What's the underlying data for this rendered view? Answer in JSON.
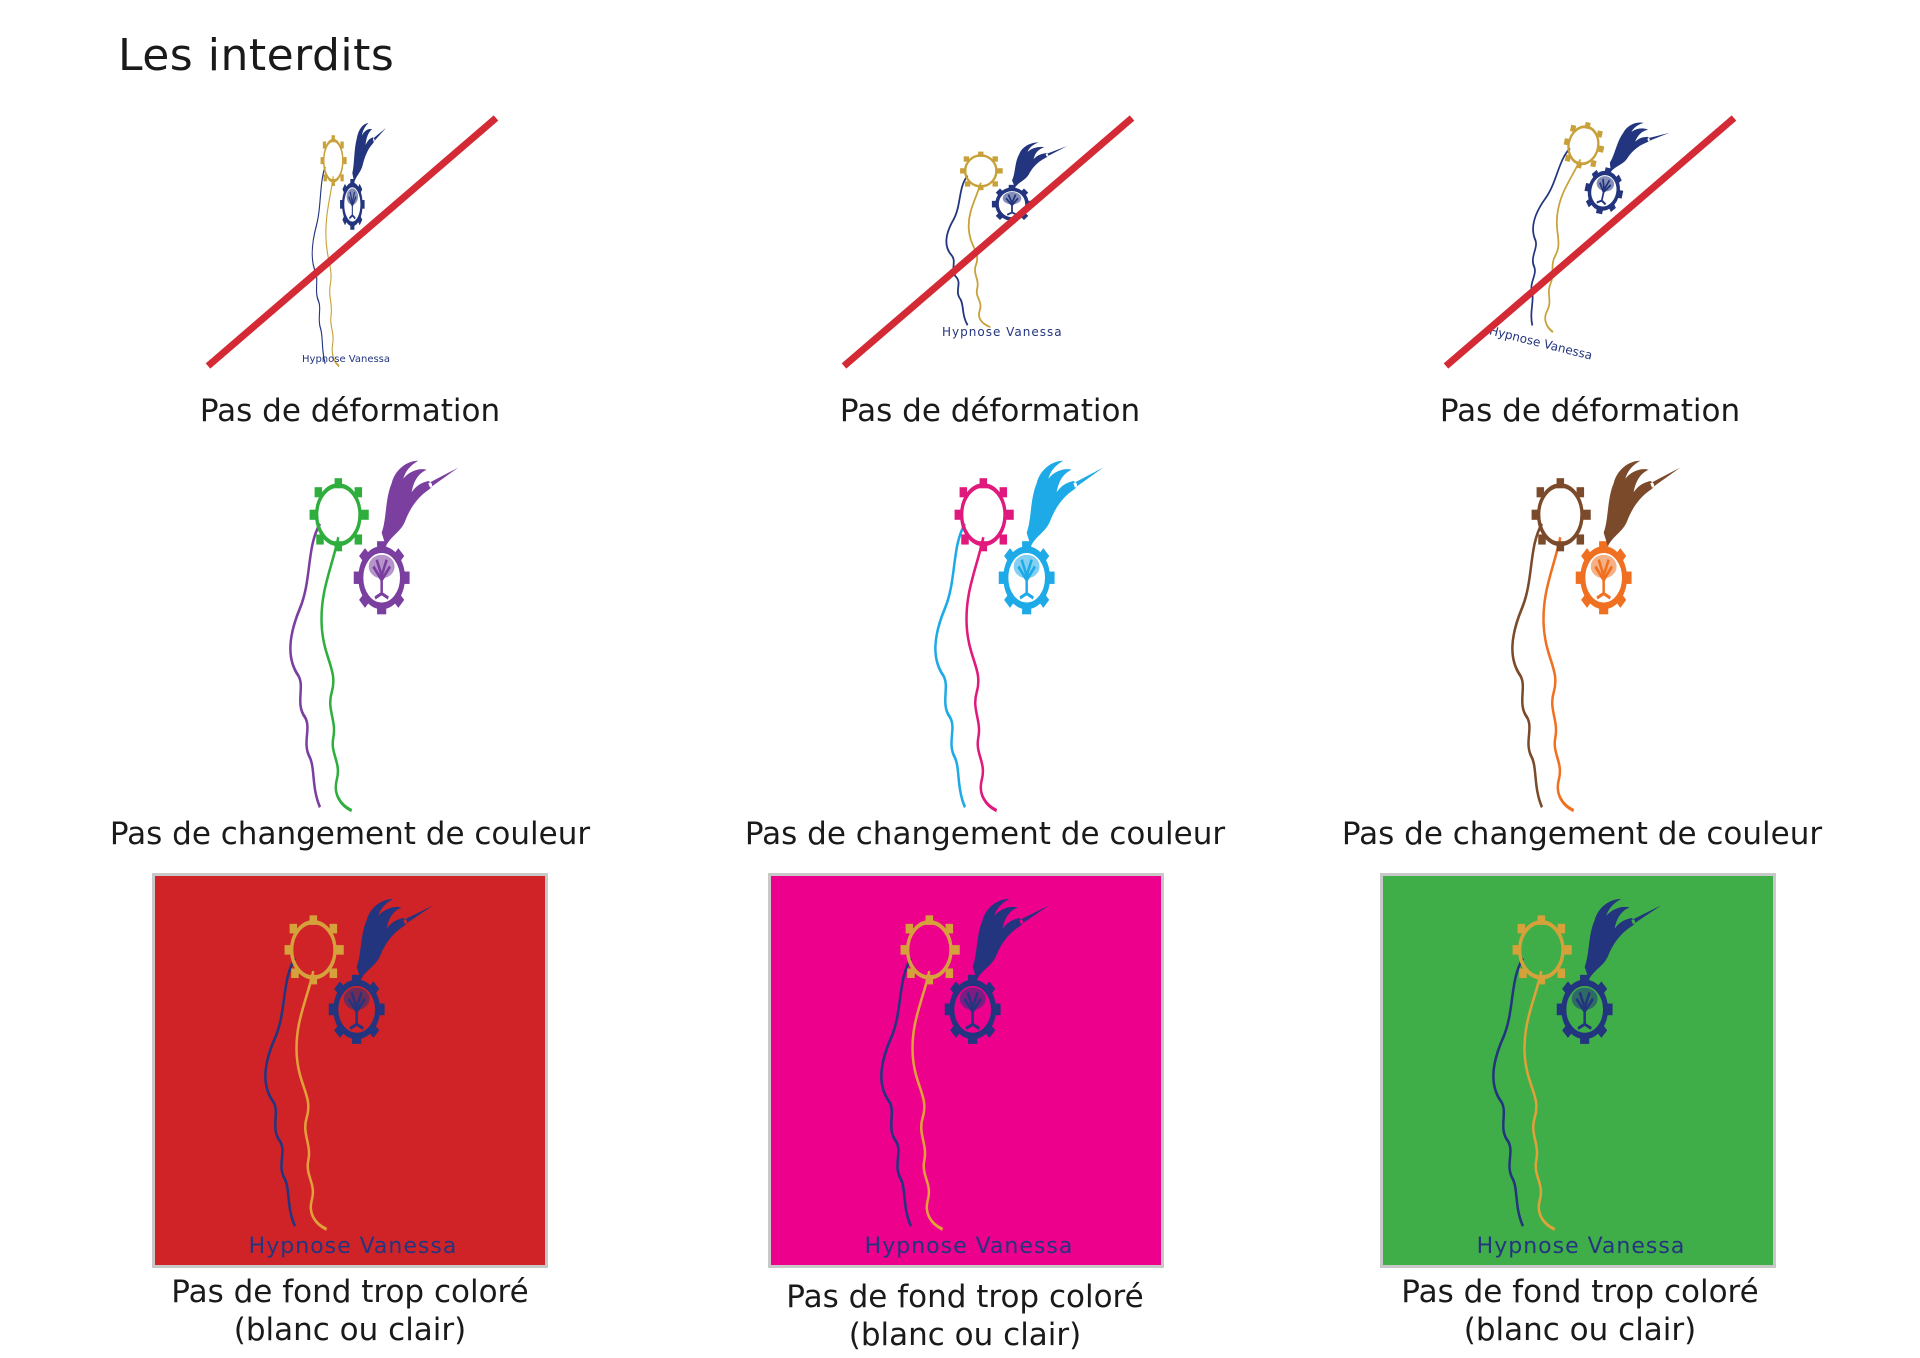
{
  "page": {
    "title": "Les interdits"
  },
  "logo": {
    "wordmark": "Hypnose Vanessa"
  },
  "sections": {
    "deformation": {
      "caption": "Pas de déformation",
      "items": [
        {
          "colors": {
            "gear_ring": "#c9a13a",
            "gear_tree": "#23357e",
            "bird": "#23357e",
            "line_front": "#23357e",
            "line_back": "#c9a13a",
            "text": "#23357e"
          },
          "crossed": true,
          "cross_color": "#d42a35"
        },
        {
          "colors": {
            "gear_ring": "#c9a13a",
            "gear_tree": "#23357e",
            "bird": "#23357e",
            "line_front": "#23357e",
            "line_back": "#c9a13a",
            "text": "#23357e"
          },
          "crossed": true,
          "cross_color": "#d42a35"
        },
        {
          "colors": {
            "gear_ring": "#c9a13a",
            "gear_tree": "#23357e",
            "bird": "#23357e",
            "line_front": "#23357e",
            "line_back": "#c9a13a",
            "text": "#23357e"
          },
          "crossed": true,
          "cross_color": "#d42a35"
        }
      ]
    },
    "color_change": {
      "caption": "Pas de changement de couleur",
      "items": [
        {
          "colors": {
            "gear_ring": "#2fae3e",
            "gear_tree": "#7b3fa0",
            "bird": "#7b3fa0",
            "line_front": "#7b3fa0",
            "line_back": "#2fae3e"
          }
        },
        {
          "colors": {
            "gear_ring": "#e0197d",
            "gear_tree": "#1eaae7",
            "bird": "#1eaae7",
            "line_front": "#1eaae7",
            "line_back": "#e0197d"
          }
        },
        {
          "colors": {
            "gear_ring": "#7a4a2a",
            "gear_tree": "#f07022",
            "bird": "#7a4a2a",
            "line_front": "#7a4a2a",
            "line_back": "#f07022"
          }
        }
      ]
    },
    "background": {
      "caption_line1": "Pas de fond trop coloré",
      "caption_line2": "(blanc ou clair)",
      "items": [
        {
          "background": "#d02328",
          "colors": {
            "gear_ring": "#d5a13a",
            "gear_tree": "#23357e",
            "bird": "#23357e",
            "line_front": "#23357e",
            "line_back": "#e0a13a",
            "text": "#23357e"
          }
        },
        {
          "background": "#ec008c",
          "colors": {
            "gear_ring": "#d5a13a",
            "gear_tree": "#23357e",
            "bird": "#23357e",
            "line_front": "#23357e",
            "line_back": "#e0a13a",
            "text": "#23357e"
          }
        },
        {
          "background": "#3fae49",
          "colors": {
            "gear_ring": "#d5a13a",
            "gear_tree": "#23357e",
            "bird": "#23357e",
            "line_front": "#23357e",
            "line_back": "#e0a13a",
            "text": "#23357e"
          }
        }
      ]
    }
  }
}
